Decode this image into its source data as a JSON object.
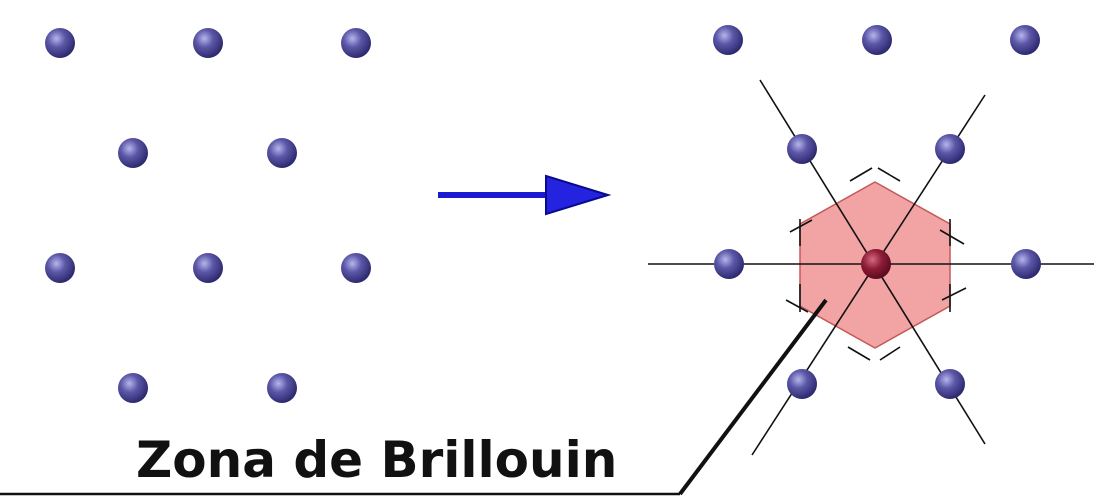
{
  "caption": "Zona de Brillouin",
  "colors": {
    "atom": "#4b4796",
    "atom_highlight": "#a8a6e0",
    "center_atom": "#8e1c36",
    "zone_fill": "#f09494",
    "zone_edge": "#c45a5a",
    "arrow": "#1a1ad0",
    "line": "#111111"
  },
  "elements": {
    "left_lattice": "left-lattice",
    "right_lattice": "right-lattice",
    "arrow": "transform-arrow-icon",
    "zone": "brillouin-zone-hexagon",
    "pointer": "caption-pointer-line"
  }
}
